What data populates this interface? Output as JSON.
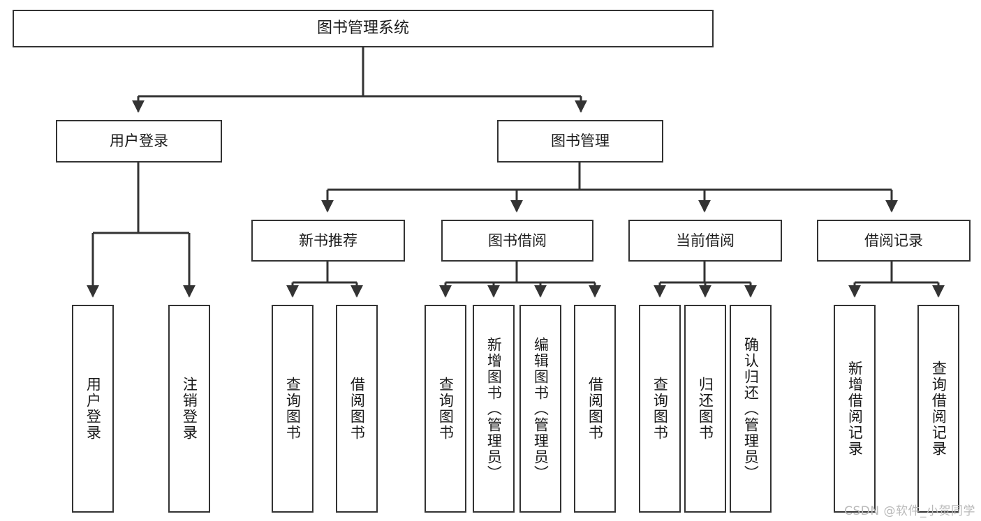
{
  "diagram": {
    "type": "tree-hierarchy",
    "title": "图书管理系统",
    "watermark": "CSDN @软件_小贺同学",
    "colors": {
      "stroke": "#333333",
      "fill": "#ffffff",
      "text": "#1a1a1a",
      "watermark": "#b9b9b9"
    },
    "nodes": {
      "root": {
        "label": "图书管理系统"
      },
      "level1": [
        {
          "id": "user-login",
          "label": "用户登录"
        },
        {
          "id": "book-manage",
          "label": "图书管理"
        }
      ],
      "level2": [
        {
          "id": "new-book-recommend",
          "label": "新书推荐",
          "parent": "book-manage"
        },
        {
          "id": "book-borrow",
          "label": "图书借阅",
          "parent": "book-manage"
        },
        {
          "id": "current-borrow",
          "label": "当前借阅",
          "parent": "book-manage"
        },
        {
          "id": "borrow-record",
          "label": "借阅记录",
          "parent": "book-manage"
        }
      ],
      "leaves": {
        "user-login": [
          {
            "id": "leaf-user-login",
            "label": "用户登录"
          },
          {
            "id": "leaf-user-logout",
            "label": "注销登录"
          }
        ],
        "new-book-recommend": [
          {
            "id": "leaf-query-book-1",
            "label": "查询图书"
          },
          {
            "id": "leaf-borrow-book-1",
            "label": "借阅图书"
          }
        ],
        "book-borrow": [
          {
            "id": "leaf-query-book-2",
            "label": "查询图书"
          },
          {
            "id": "leaf-add-book",
            "label": "新增图书（管理员）"
          },
          {
            "id": "leaf-edit-book",
            "label": "编辑图书（管理员）"
          },
          {
            "id": "leaf-borrow-book-2",
            "label": "借阅图书"
          }
        ],
        "current-borrow": [
          {
            "id": "leaf-query-book-3",
            "label": "查询图书"
          },
          {
            "id": "leaf-return-book",
            "label": "归还图书"
          },
          {
            "id": "leaf-confirm-return",
            "label": "确认归还（管理员）"
          }
        ],
        "borrow-record": [
          {
            "id": "leaf-add-record",
            "label": "新增借阅记录"
          },
          {
            "id": "leaf-query-record",
            "label": "查询借阅记录"
          }
        ]
      }
    }
  }
}
